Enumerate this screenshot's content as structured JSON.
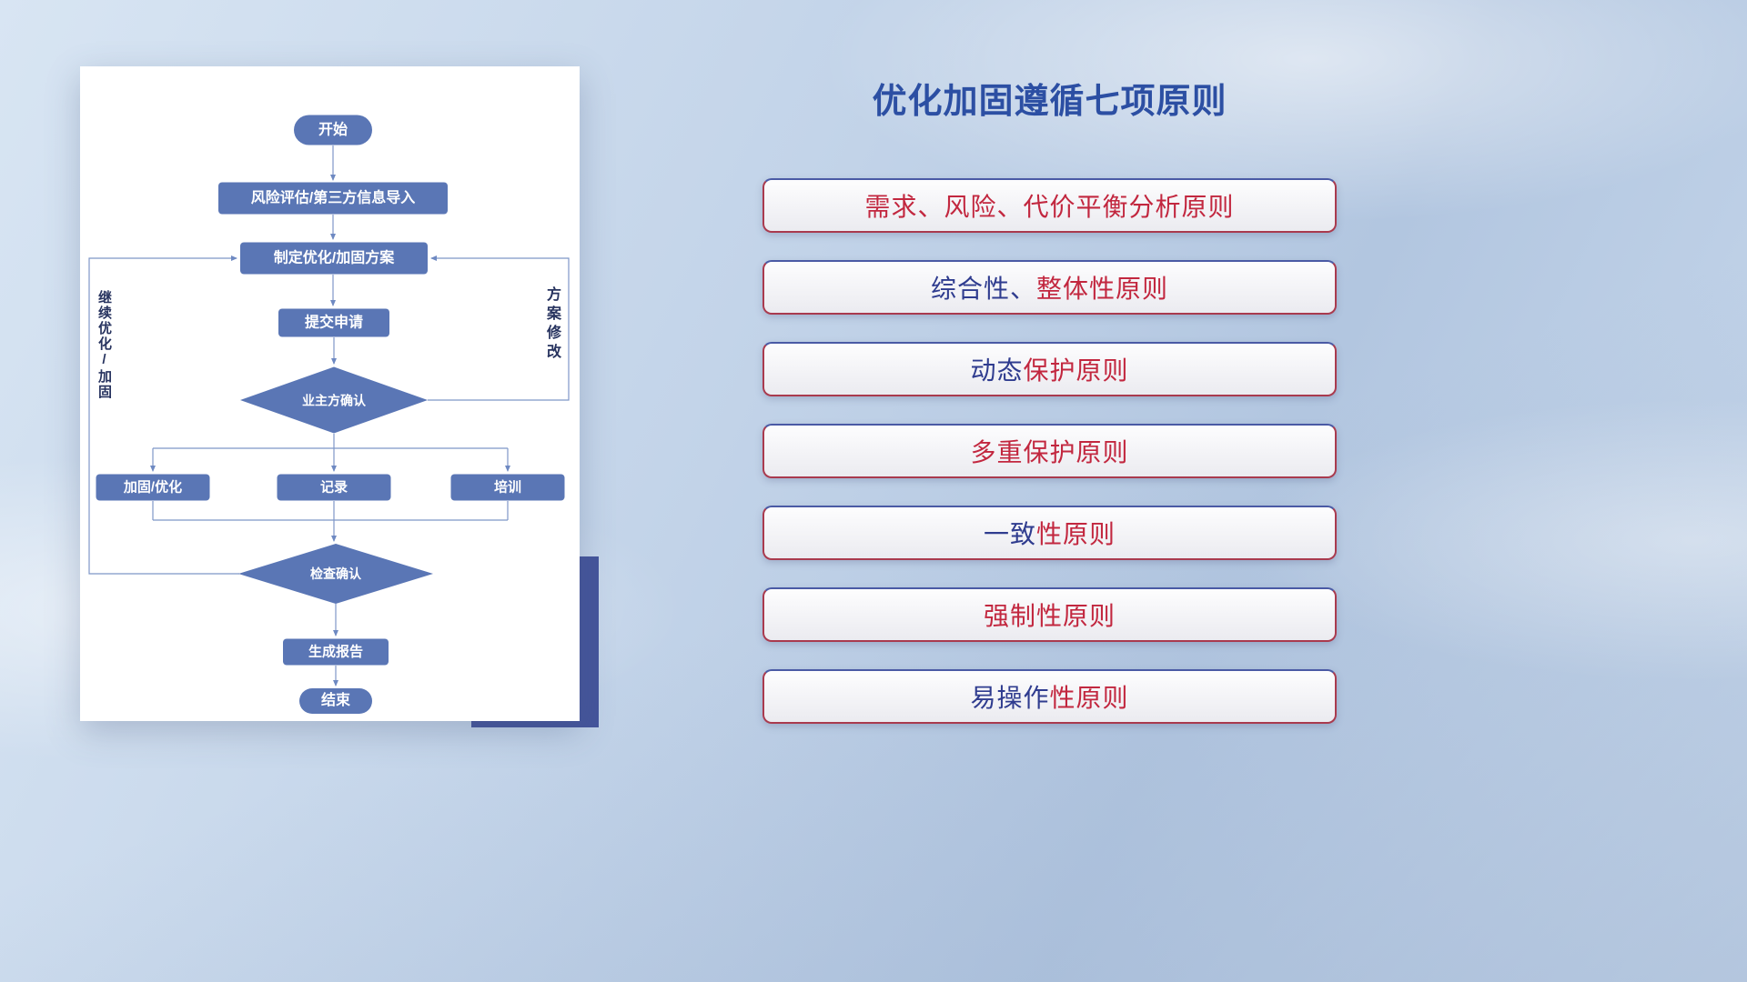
{
  "flowchart": {
    "nodes": {
      "start": {
        "label": "开始"
      },
      "risk": {
        "label": "风险评估/第三方信息导入"
      },
      "plan": {
        "label": "制定优化/加固方案"
      },
      "submit": {
        "label": "提交申请"
      },
      "owner_confirm": {
        "label": "业主方确认"
      },
      "reinforce": {
        "label": "加固/优化"
      },
      "record": {
        "label": "记录"
      },
      "training": {
        "label": "培训"
      },
      "check_confirm": {
        "label": "检查确认"
      },
      "report": {
        "label": "生成报告"
      },
      "end": {
        "label": "结束"
      }
    },
    "loop_labels": {
      "continue_optimize": "继续优化/加固",
      "plan_modify": "方案修改"
    }
  },
  "panel": {
    "title": "优化加固遵循七项原则",
    "principles": [
      {
        "seg1": "需求、风险、代价平衡分析原则",
        "color1": "#c2273f",
        "seg2": "",
        "color2": ""
      },
      {
        "seg1": "综合性、",
        "color1": "#2f3c8f",
        "seg2": "整体性原则",
        "color2": "#c2273f"
      },
      {
        "seg1": "动态",
        "color1": "#2f3c8f",
        "seg2": "保护原则",
        "color2": "#c2273f"
      },
      {
        "seg1": "多重保护原则",
        "color1": "#c2273f",
        "seg2": "",
        "color2": ""
      },
      {
        "seg1": "一致",
        "color1": "#2f3c8f",
        "seg2": "性原则",
        "color2": "#c2273f"
      },
      {
        "seg1": "强制性原则",
        "color1": "#c2273f",
        "seg2": "",
        "color2": ""
      },
      {
        "seg1": "易操作",
        "color1": "#2f3c8f",
        "seg2": "性原则",
        "color2": "#c2273f"
      }
    ]
  },
  "colors": {
    "node_fill": "#5a76b5",
    "connector_line": "#7e97c8",
    "title_blue": "#2c4fa3",
    "principle_red": "#c2273f",
    "principle_navy": "#2f3c8f",
    "accent_rect_navy": "#44549b",
    "pill_border_red": "#a93a4e",
    "pill_border_blue": "#4a5aa5",
    "card_background": "#ffffff"
  }
}
